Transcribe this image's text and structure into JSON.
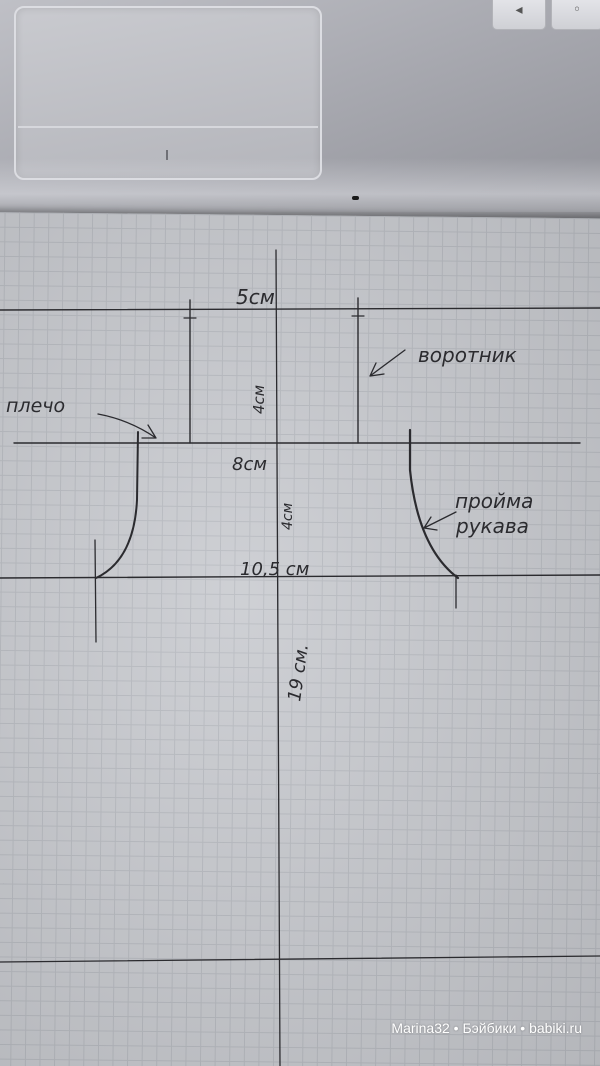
{
  "scene": {
    "keys": {
      "left_glyph": "◂",
      "right_glyph": "◦"
    }
  },
  "drawing": {
    "labels": {
      "top_width": "5см",
      "collar": "воротник",
      "collar_height": "4см",
      "shoulder": "плечо",
      "neck_width": "8см",
      "armhole_depth": "4см",
      "armhole_line1": "пройма",
      "armhole_line2": "рукава",
      "chest_width": "10,5 см",
      "body_length": "19 см."
    }
  },
  "watermark": "Marina32 • Бэйбики • babiki.ru",
  "colors": {
    "pencil": "#2b2b2f",
    "grid": "#b7bac0",
    "paper": "#c9cbd0"
  }
}
